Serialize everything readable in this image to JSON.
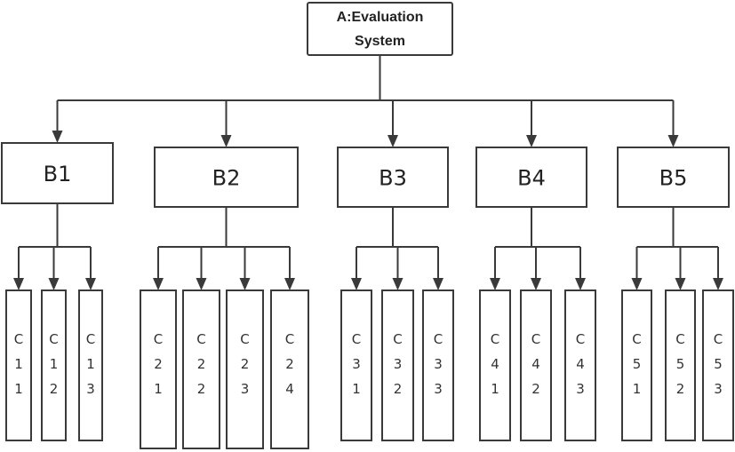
{
  "root": {
    "lines": [
      "A:Evaluation",
      "System"
    ]
  },
  "groups": [
    {
      "label": "B1",
      "children": [
        "C\n1\n1",
        "C\n1\n2",
        "C\n1\n3"
      ]
    },
    {
      "label": "B2",
      "children": [
        "C\n2\n1",
        "C\n2\n2",
        "C\n2\n3",
        "C\n2\n4"
      ]
    },
    {
      "label": "B3",
      "children": [
        "C\n3\n1",
        "C\n3\n2",
        "C\n3\n3"
      ]
    },
    {
      "label": "B4",
      "children": [
        "C\n4\n1",
        "C\n4\n2",
        "C\n4\n3"
      ]
    },
    {
      "label": "B5",
      "children": [
        "C\n5\n1",
        "C\n5\n2",
        "C\n5\n3"
      ]
    }
  ],
  "colors": {
    "line": "#3a3a3a",
    "box_fill": "#ffffff",
    "text": "#222222"
  }
}
